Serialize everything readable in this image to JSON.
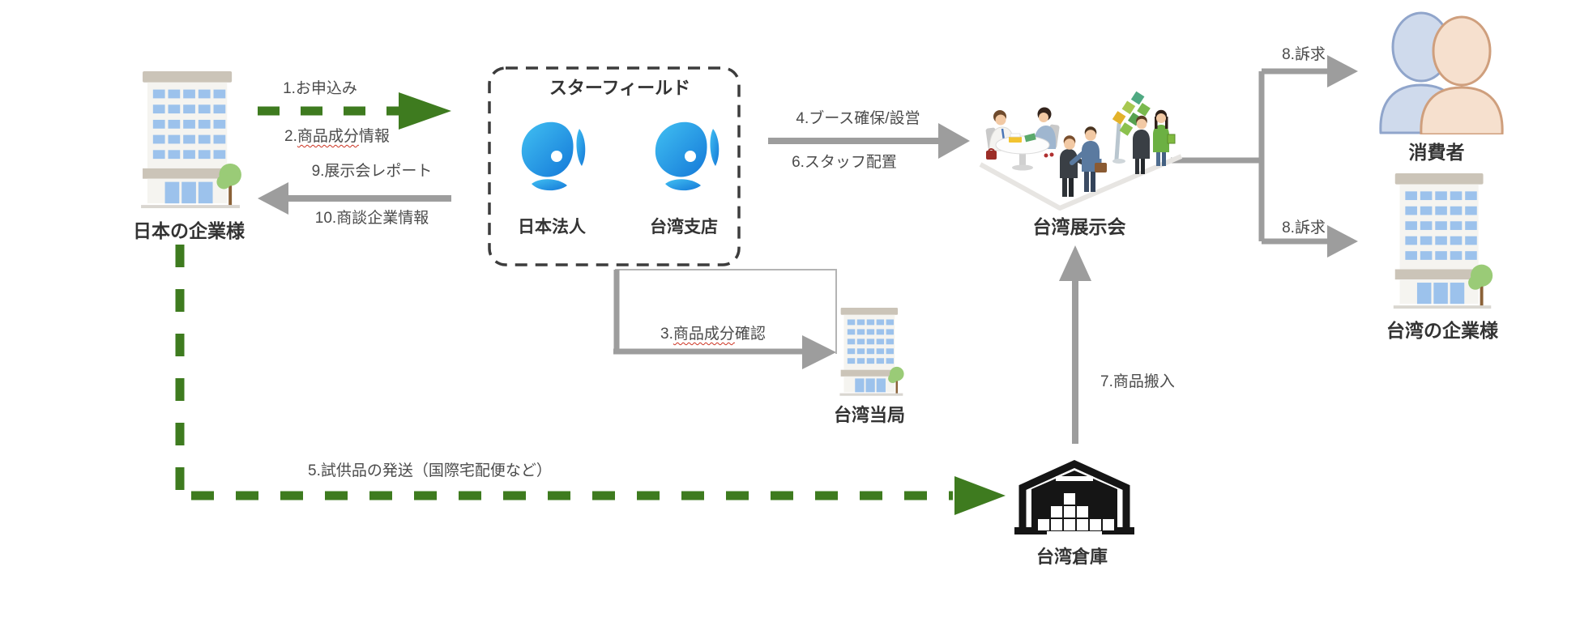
{
  "diagram": {
    "nodes": {
      "japan_company": {
        "label": "日本の企業様"
      },
      "starfield": {
        "title": "スターフィールド",
        "members": [
          {
            "label": "日本法人"
          },
          {
            "label": "台湾支店"
          }
        ]
      },
      "taiwan_exhibition": {
        "label": "台湾展示会"
      },
      "taiwan_authority": {
        "label": "台湾当局"
      },
      "taiwan_warehouse": {
        "label": "台湾倉庫"
      },
      "consumers": {
        "label": "消費者"
      },
      "taiwan_company": {
        "label": "台湾の企業様"
      }
    },
    "flows": {
      "apply": {
        "label": "1.お申込み"
      },
      "ingredient_info": {
        "prefix": "2.",
        "underlined": "商品成分",
        "suffix": "情報"
      },
      "ingredient_check": {
        "prefix": "3.",
        "underlined": "商品成分",
        "suffix": "確認"
      },
      "booth": {
        "label": "4.ブース確保/設営"
      },
      "samples": {
        "label": "5.試供品の発送（国際宅配便など）"
      },
      "staff": {
        "label": "6.スタッフ配置"
      },
      "carry_in": {
        "label": "7.商品搬入"
      },
      "appeal_top": {
        "label": "8.訴求"
      },
      "appeal_bottom": {
        "label": "8.訴求"
      },
      "report": {
        "label": "9.展示会レポート"
      },
      "negotiation": {
        "label": "10.商談企業情報"
      }
    },
    "colors": {
      "green_arrow": "#3e7b1f",
      "gray_arrow": "#9d9d9d",
      "thin_line": "#b4b4b4",
      "dashed_box": "#3c3c3c",
      "logo_blue_light": "#41c0f2",
      "logo_blue_dark": "#1478d8",
      "squiggle_red": "#cc3322",
      "building_roof": "#cbc4b8",
      "building_window": "#9cc2ec",
      "warehouse_black": "#151515"
    }
  }
}
